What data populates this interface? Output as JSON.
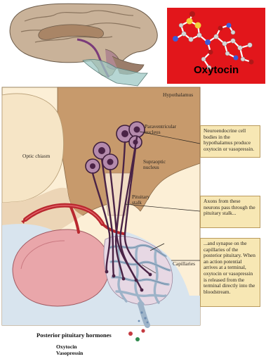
{
  "molecule": {
    "title": "Oxytocin",
    "background_color": "#e2161b"
  },
  "diagram": {
    "labels": {
      "hypothalamus": "Hypothalamus",
      "paraventricular": "Paraventricular nucleus",
      "supraoptic": "Supraoptic nucleus",
      "optic_chiasm": "Optic chiasm",
      "pituitary_stalk": "Pituitary stalk",
      "capillaries": "Capillaries"
    },
    "callouts": [
      "Neuroendocrine cell bodies in the hypothalamus produce oxytocin or vasopressin.",
      "Axons from these neurons pass through the pituitary stalk...",
      "...and synapse on the capillaries of the posterior pituitary. When an action potential arrives at a terminal, oxytocin or vasopressin is released from the terminal directly into the bloodstream."
    ],
    "bottom": {
      "title": "Posterior pituitary hormones",
      "hormones": [
        "Oxytocin",
        "Vasopressin"
      ]
    },
    "colors": {
      "panel": "#fcefd6",
      "hypothalamus": "#c79a6c",
      "neurons": "#4a2346",
      "blood_vessel": "#b9282f",
      "pituitary": "#e9a6aa",
      "capillary": "#bccad6",
      "callout_box": "#f7e7b4"
    }
  }
}
